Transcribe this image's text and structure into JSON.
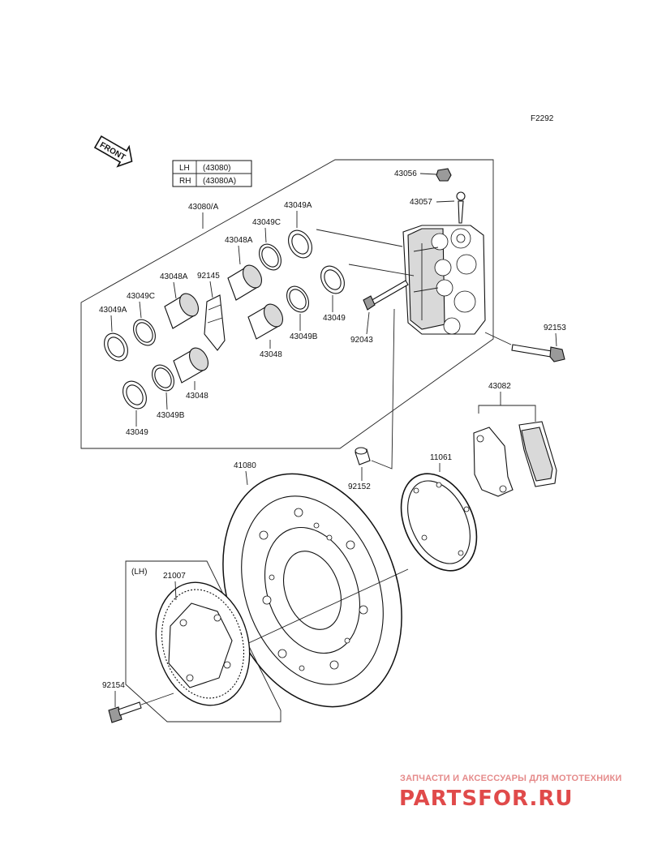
{
  "figure_code": "F2292",
  "front_label": "FRONT",
  "side_table": [
    {
      "side": "LH",
      "code": "(43080)"
    },
    {
      "side": "RH",
      "code": "(43080A)"
    }
  ],
  "lh_bracket": "(LH)",
  "parts": {
    "p43056": "43056",
    "p43057": "43057",
    "p43080A": "43080/A",
    "p43049A_a": "43049A",
    "p43049C_a": "43049C",
    "p43048A_a": "43048A",
    "p92145": "92145",
    "p43048A_b": "43048A",
    "p43049C_b": "43049C",
    "p43049A_b": "43049A",
    "p43049_a": "43049",
    "p92043": "92043",
    "p43049B_a": "43049B",
    "p43048_a": "43048",
    "p43048_b": "43048",
    "p43049B_b": "43049B",
    "p43049_b": "43049",
    "p92153": "92153",
    "p43082": "43082",
    "p11061": "11061",
    "p92152": "92152",
    "p41080": "41080",
    "p21007": "21007",
    "p92154": "92154"
  },
  "watermark": {
    "tagline": "ЗАПЧАСТИ И АКСЕССУАРЫ ДЛЯ МОТОТЕХНИКИ",
    "brand": "PARTSFOR.RU"
  },
  "colors": {
    "line": "#111111",
    "watermark": "#e04a4a"
  }
}
